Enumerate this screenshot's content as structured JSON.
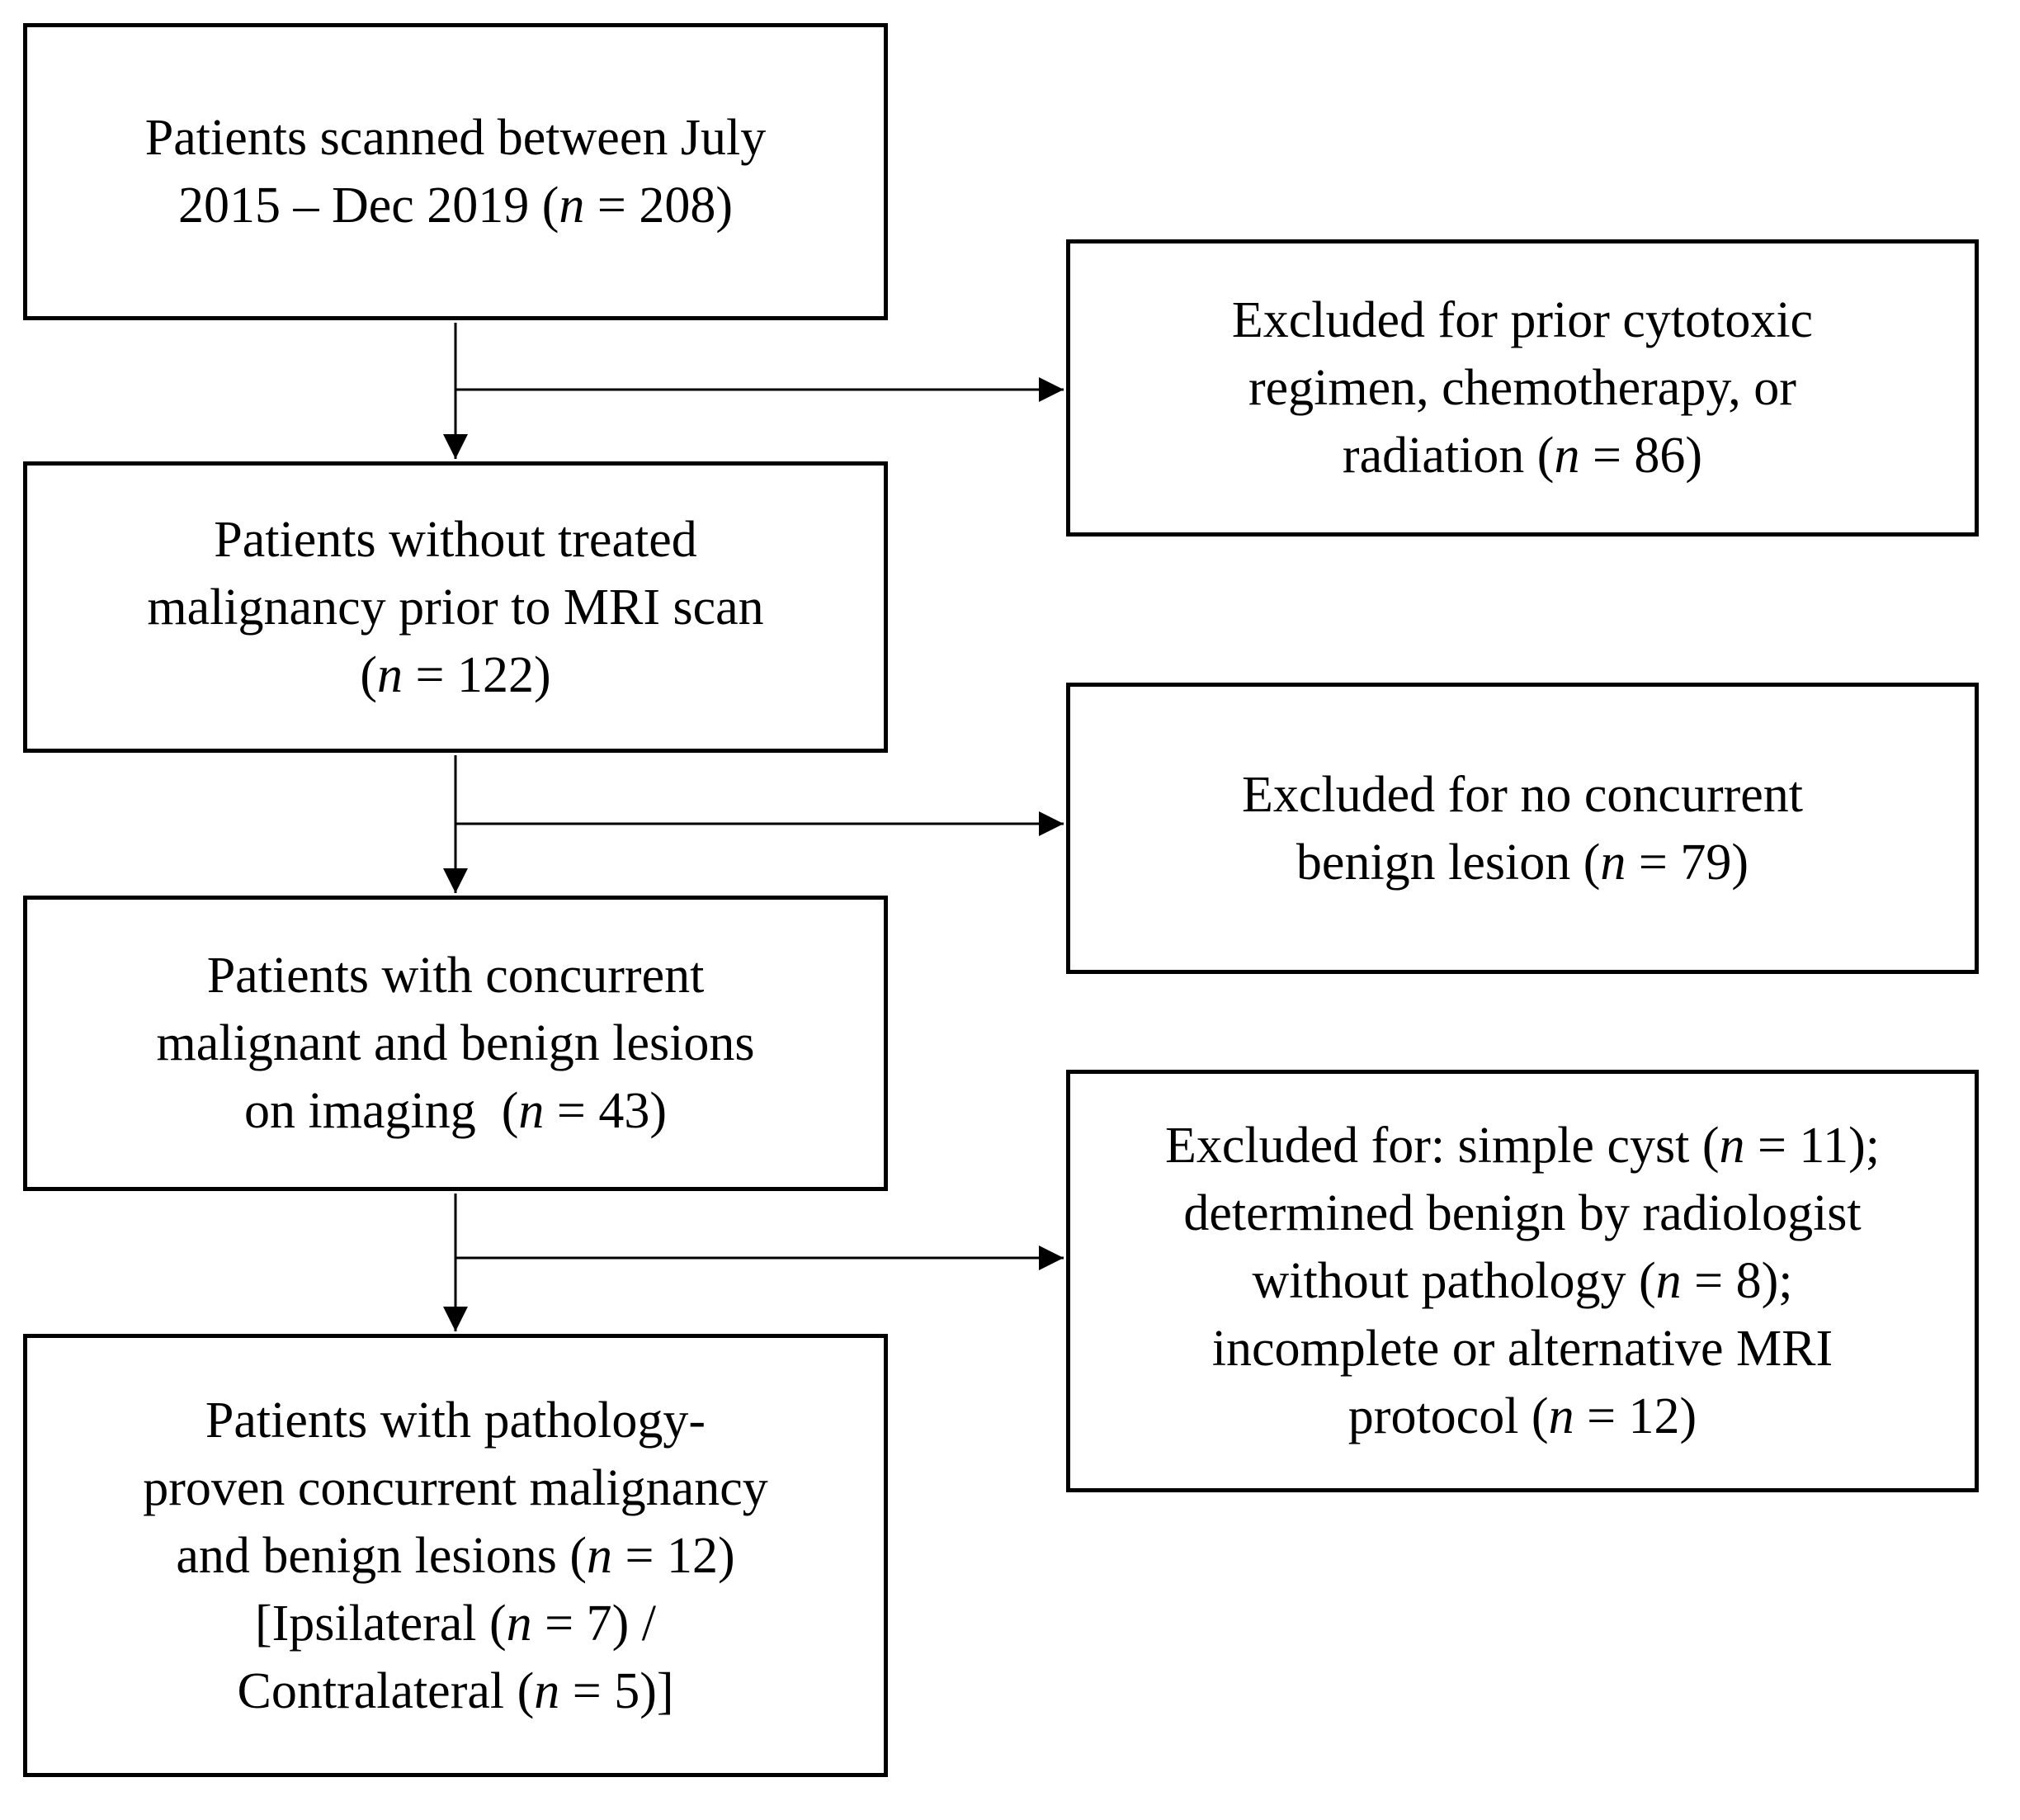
{
  "figure": {
    "background_color": "#ffffff",
    "box_border_color": "#000000",
    "box_fill_color": "#ffffff",
    "text_color": "#000000",
    "arrow_color": "#000000"
  },
  "flowchart": {
    "main_boxes": [
      {
        "name": "patients-scanned",
        "lines": [
          "Patients scanned between July",
          "2015 – Dec 2019 (n = 208)"
        ]
      },
      {
        "name": "patients-without-treated-malignancy",
        "lines": [
          "Patients without treated",
          "malignancy prior to MRI scan",
          "(n = 122)"
        ]
      },
      {
        "name": "patients-concurrent-lesions",
        "lines": [
          "Patients with concurrent",
          "malignant and benign lesions",
          "on imaging  (n = 43)"
        ]
      },
      {
        "name": "patients-pathology-proven",
        "lines": [
          "Patients with pathology-",
          "proven concurrent malignancy",
          "and benign lesions (n = 12)",
          "[Ipsilateral (n = 7) /",
          "Contralateral (n = 5)]"
        ]
      }
    ],
    "exclusion_boxes": [
      {
        "name": "excluded-prior-cytotoxic",
        "lines": [
          "Excluded for prior cytotoxic",
          "regimen, chemotherapy, or",
          "radiation (n = 86)"
        ]
      },
      {
        "name": "excluded-no-concurrent-benign",
        "lines": [
          "Excluded for no concurrent",
          "benign lesion (n = 79)"
        ]
      },
      {
        "name": "excluded-cyst-benign-protocol",
        "lines": [
          "Excluded for: simple cyst (n = 11);",
          "determined benign by radiologist",
          "without pathology (n = 8);",
          "incomplete or alternative MRI",
          "protocol (n = 12)"
        ]
      }
    ]
  }
}
